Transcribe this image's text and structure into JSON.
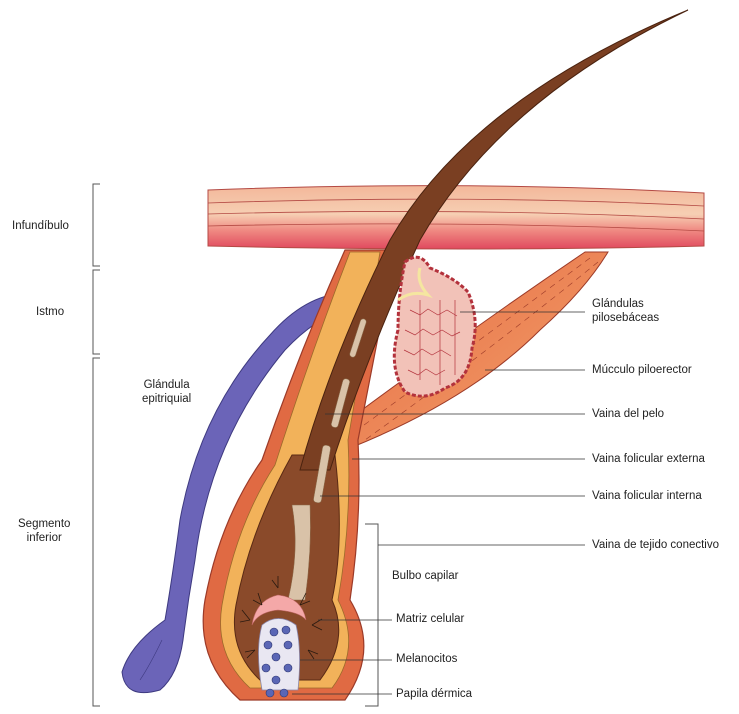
{
  "regions": {
    "infundibulo": "Infundíbulo",
    "istmo": "Istmo",
    "segmento_inferior_1": "Segmento",
    "segmento_inferior_2": "inferior"
  },
  "labels": {
    "glandula_epitriquial_1": "Glándula",
    "glandula_epitriquial_2": "epitriquial",
    "glandulas_pilosebaceas_1": "Glándulas",
    "glandulas_pilosebaceas_2": "pilosebáceas",
    "musculo_piloerector": "Múcculo piloerector",
    "vaina_del_pelo": "Vaina del pelo",
    "vaina_folicular_externa": "Vaina folicular externa",
    "vaina_folicular_interna": "Vaina folicular interna",
    "vaina_tejido_conectivo": "Vaina de tejido conectivo",
    "bulbo_capilar": "Bulbo capilar",
    "matriz_celular": "Matriz celular",
    "melanocitos": "Melanocitos",
    "papila_dermica": "Papila dérmica"
  },
  "colors": {
    "hair_shaft": "#7a3f22",
    "follicle_outer": "#e06a43",
    "follicle_inner": "#f2b25a",
    "skin_light": "#f6c7a8",
    "skin_dark": "#e8596a",
    "apocrine_gland": "#6b64b8",
    "sebaceous": "#d9545f",
    "muscle": "#e0704f",
    "papilla": "#e9e7f2",
    "melanocyte": "#5a66b5"
  }
}
